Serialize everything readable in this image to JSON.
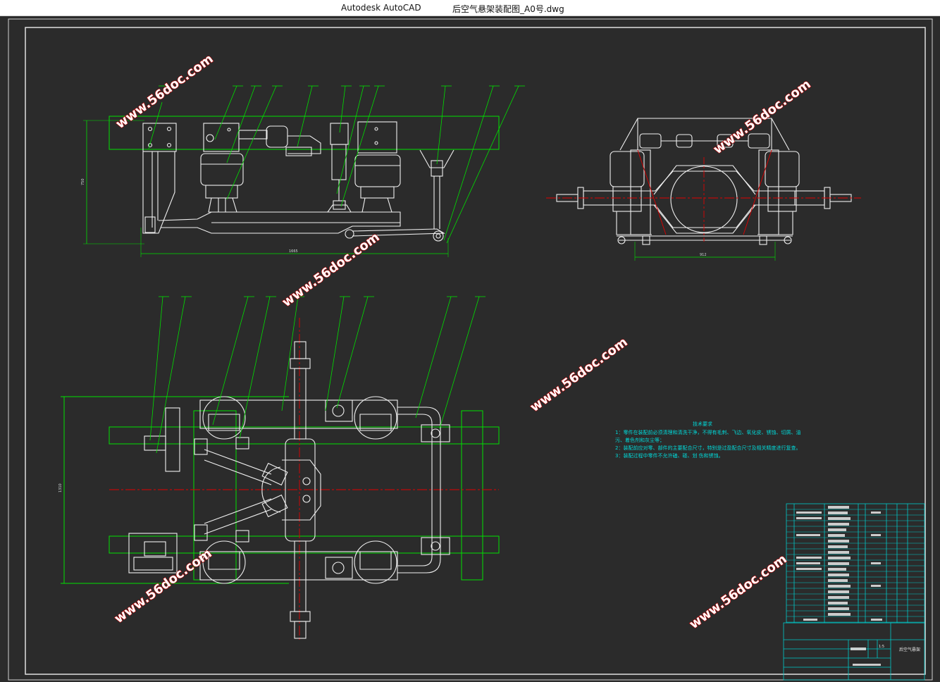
{
  "window": {
    "app_name": "Autodesk AutoCAD",
    "document_name": "后空气悬架装配图_A0号.dwg"
  },
  "watermark": {
    "text": "www.56doc.com"
  },
  "dimensions": {
    "side_height": "750",
    "side_width": "1665",
    "front_width": "912",
    "plan_height": "1310"
  },
  "tech_requirements": {
    "title": "技术要求",
    "lines": [
      "1：零件在装配前必须清理和清洗干净，不得有毛刺、飞边、氧化皮、锈蚀、切屑、油",
      "    污、着色剂和灰尘等；",
      "2：装配前应对零、部件的主要配合尺寸，特别是过盈配合尺寸及相关精度进行复查。",
      "3：装配过程中零件不允许磕、碰、划 伤和锈蚀。"
    ]
  },
  "title_block": {
    "drawing_title": "后空气悬架",
    "scale": "1:5"
  },
  "colors": {
    "background": "#2b2b2b",
    "border": "#d0d0d0",
    "geometry": "#f0f0f0",
    "leaders": "#00e000",
    "centerline": "#e00000",
    "notes": "#00d8d8",
    "title_block": "#00c8c8"
  }
}
